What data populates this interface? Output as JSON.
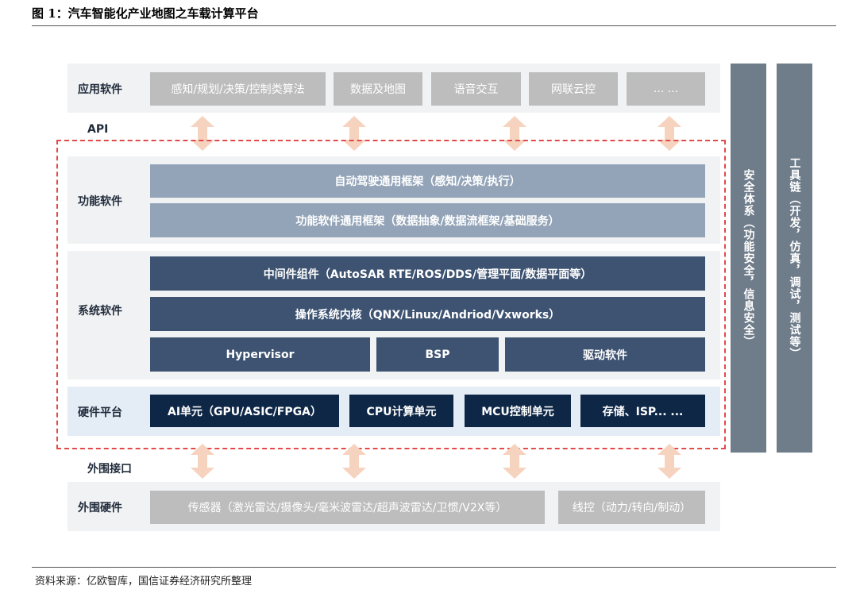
{
  "figure": {
    "title": "图 1：汽车智能化产业地图之车载计算平台",
    "source": "资料来源：亿欧智库，国信证券经济研究所整理"
  },
  "application": {
    "label": "应用软件",
    "items": [
      "感知/规划/决策/控制类算法",
      "数据及地图",
      "语音交互",
      "网联云控",
      "... ..."
    ]
  },
  "api_label": "API",
  "functional": {
    "label": "功能软件",
    "items": [
      "自动驾驶通用框架（感知/决策/执行）",
      "功能软件通用框架（数据抽象/数据流框架/基础服务）"
    ]
  },
  "system": {
    "label": "系统软件",
    "middleware": "中间件组件（AutoSAR RTE/ROS/DDS/管理平面/数据平面等）",
    "os_kernel": "操作系统内核（QNX/Linux/Andriod/Vxworks）",
    "bottom": [
      "Hypervisor",
      "BSP",
      "驱动软件"
    ]
  },
  "hardware": {
    "label": "硬件平台",
    "items": [
      "AI单元（GPU/ASIC/FPGA）",
      "CPU计算单元",
      "MCU控制单元",
      "存储、ISP... ..."
    ]
  },
  "peripheral_interface_label": "外围接口",
  "peripheral_hardware": {
    "label": "外围硬件",
    "items": [
      "传感器（激光雷达/摄像头/毫米波雷达/超声波雷达/卫惯/V2X等）",
      "线控（动力/转向/制动）"
    ]
  },
  "side_bars": {
    "security": "安全体系（功能安全，信息安全）",
    "toolchain": "工具链（开发，仿真，调试，测试等）"
  },
  "colors": {
    "dashed_frame": "#e24a4a",
    "arrow": "#f6d3bf",
    "gray_box": "#bdbdbd",
    "light_box": "#93a4b8",
    "mid_box": "#3d5371",
    "dark_box": "#0f2747",
    "side_bar": "#6f7c8a"
  }
}
